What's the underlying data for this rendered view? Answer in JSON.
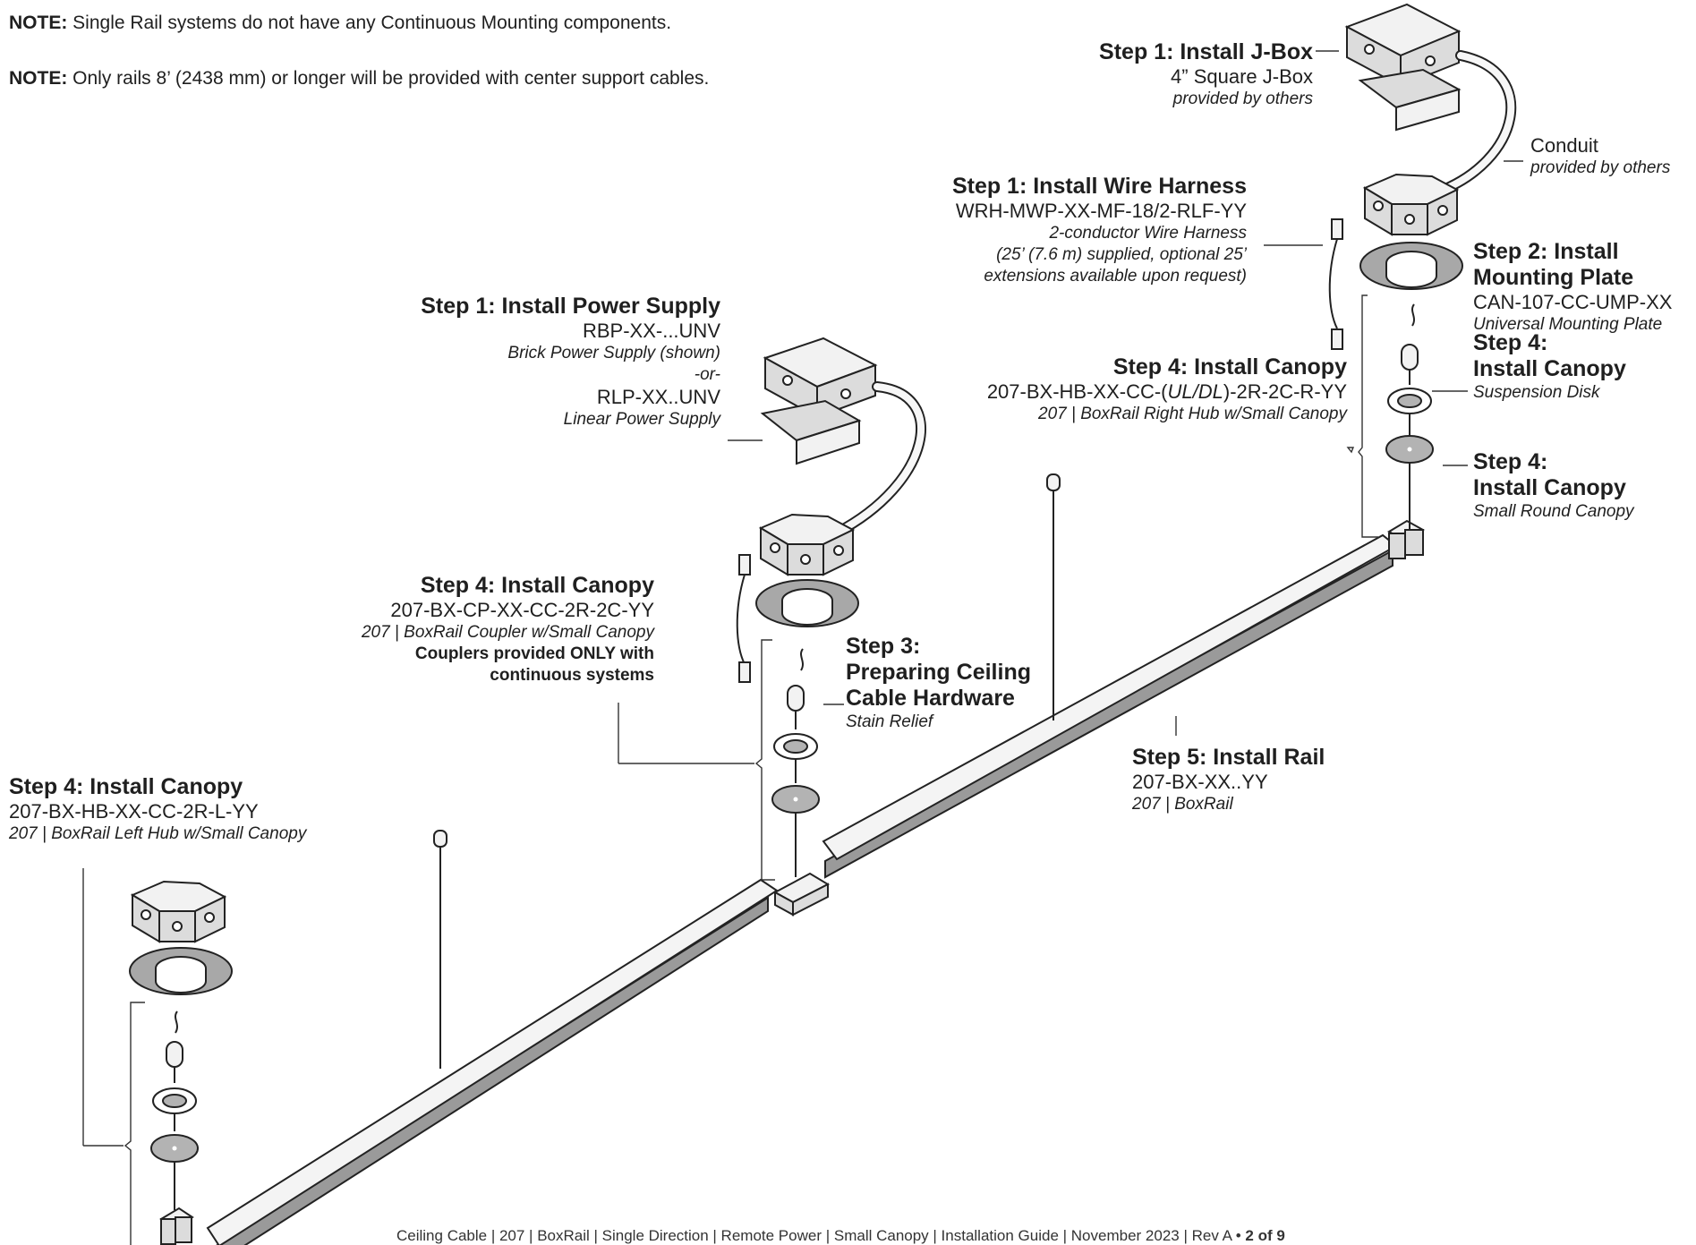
{
  "notes": [
    {
      "label": "NOTE:",
      "text": " Single Rail systems do not have any Continuous Mounting components."
    },
    {
      "label": "NOTE:",
      "text": " Only rails 8’ (2438 mm) or longer will be provided with center support cables."
    }
  ],
  "jbox": {
    "title": "Step 1: Install J-Box",
    "part": "4” Square J-Box",
    "note": "provided by others"
  },
  "conduit": {
    "title": "Conduit",
    "note": "provided by others"
  },
  "harness": {
    "title": "Step 1: Install Wire Harness",
    "part": "WRH-MWP-XX-MF-18/2-RLF-YY",
    "desc1": "2-conductor Wire Harness",
    "desc2": "(25’ (7.6 m) supplied, optional 25’",
    "desc3": "extensions available upon request)"
  },
  "plate": {
    "title1": "Step 2: Install",
    "title2": "Mounting Plate",
    "part": "CAN-107-CC-UMP-XX",
    "desc": "Universal Mounting Plate"
  },
  "power": {
    "title": "Step 1: Install Power Supply",
    "part1": "RBP-XX-...UNV",
    "desc1": "Brick Power Supply (shown)",
    "or": "-or-",
    "part2": "RLP-XX..UNV",
    "desc2": "Linear Power Supply"
  },
  "right_hub": {
    "title": "Step 4: Install Canopy",
    "part_a": "207-BX-HB-XX-CC-(",
    "part_b": "UL/DL",
    "part_c": ")-2R-2C-R-YY",
    "desc": "207 | BoxRail Right Hub w/Small Canopy"
  },
  "susp_disk": {
    "title1": "Step 4:",
    "title2": "Install Canopy",
    "desc": "Suspension Disk"
  },
  "round_canopy": {
    "title1": "Step 4:",
    "title2": "Install Canopy",
    "desc": "Small Round Canopy"
  },
  "coupler": {
    "title": "Step 4: Install Canopy",
    "part": "207-BX-CP-XX-CC-2R-2C-YY",
    "desc": "207 | BoxRail Coupler w/Small Canopy",
    "bold1": "Couplers provided ONLY with",
    "bold2": "continuous systems"
  },
  "cable_hw": {
    "title1": "Step 3:",
    "title2": "Preparing Ceiling",
    "title3": "Cable Hardware",
    "desc": "Stain Relief"
  },
  "rail": {
    "title": "Step 5: Install Rail",
    "part": "207-BX-XX..YY",
    "desc": "207 | BoxRail"
  },
  "left_hub": {
    "title": "Step 4: Install Canopy",
    "part": "207-BX-HB-XX-CC-2R-L-YY",
    "desc": "207 | BoxRail Left Hub w/Small Canopy"
  },
  "footer": {
    "text": "Ceiling Cable | 207 | BoxRail | Single Direction | Remote Power | Small Canopy | Installation Guide | November 2023 | Rev A  •  ",
    "page": "2 of 9"
  }
}
